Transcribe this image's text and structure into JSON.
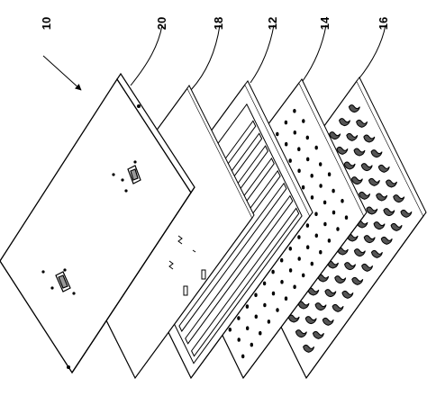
{
  "figure": {
    "reference_numerals": {
      "assembly": "10",
      "cover": "20",
      "sheet": "18",
      "channel_plate": "12",
      "perforated_plate": "14",
      "base_tray": "16"
    }
  },
  "colors": {
    "line": "#000000",
    "background": "#ffffff"
  }
}
